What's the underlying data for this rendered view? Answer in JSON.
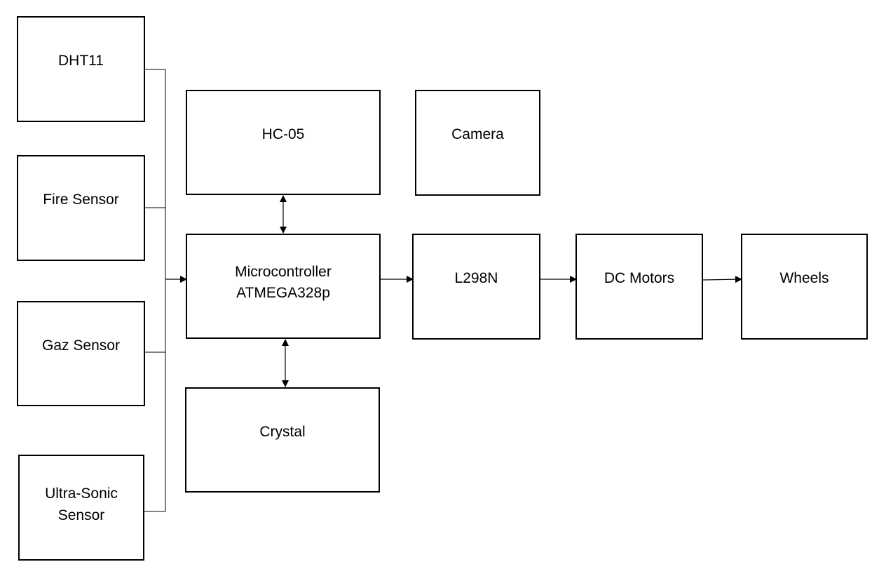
{
  "diagram": {
    "type": "block-diagram",
    "blocks": {
      "dht11": "DHT11",
      "fire_sensor": "Fire Sensor",
      "gaz_sensor": "Gaz Sensor",
      "ultrasonic_sensor": "Ultra-Sonic\nSensor",
      "hc05": "HC-05",
      "camera": "Camera",
      "microcontroller": "Microcontroller\nATMEGA328p",
      "crystal": "Crystal",
      "l298n": "L298N",
      "dc_motors": "DC Motors",
      "wheels": "Wheels"
    },
    "connections": [
      {
        "from": "DHT11",
        "to": "Microcontroller ATMEGA328p",
        "type": "bus-arrow"
      },
      {
        "from": "Fire Sensor",
        "to": "Microcontroller ATMEGA328p",
        "type": "bus-arrow"
      },
      {
        "from": "Gaz Sensor",
        "to": "Microcontroller ATMEGA328p",
        "type": "bus-arrow"
      },
      {
        "from": "Ultra-Sonic Sensor",
        "to": "Microcontroller ATMEGA328p",
        "type": "bus-arrow"
      },
      {
        "from": "HC-05",
        "to": "Microcontroller ATMEGA328p",
        "type": "bidirectional"
      },
      {
        "from": "Crystal",
        "to": "Microcontroller ATMEGA328p",
        "type": "bidirectional"
      },
      {
        "from": "Microcontroller ATMEGA328p",
        "to": "L298N",
        "type": "arrow"
      },
      {
        "from": "L298N",
        "to": "DC Motors",
        "type": "arrow"
      },
      {
        "from": "DC Motors",
        "to": "Wheels",
        "type": "arrow"
      }
    ]
  }
}
